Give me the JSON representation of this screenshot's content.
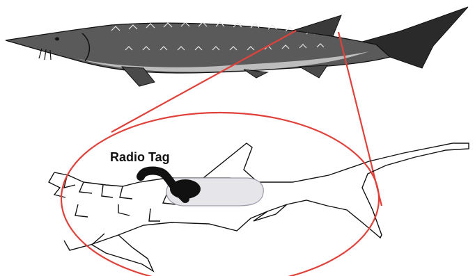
{
  "diagram": {
    "label": "Radio Tag"
  },
  "colors": {
    "background": "#ffffff",
    "ink": "#111111",
    "callout": "#e0413a",
    "tag_fill": "#e6e6ea",
    "tag_outline": "#9a9aa6"
  },
  "icons": {
    "top": "sturgeon-illustration",
    "detail": "sturgeon-tail-outline"
  }
}
